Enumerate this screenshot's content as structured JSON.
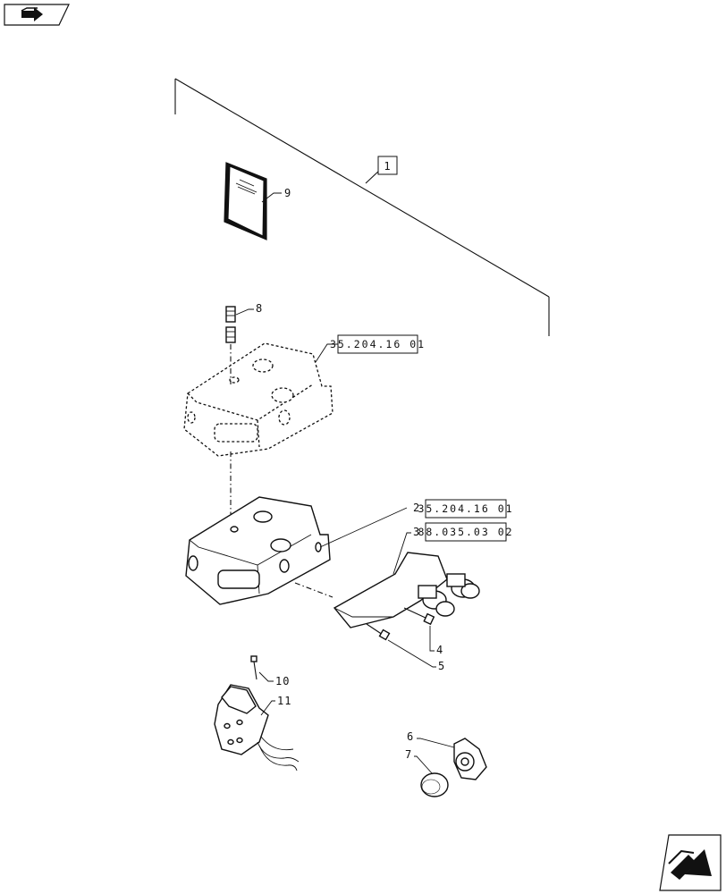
{
  "navigation": {
    "prev_icon": "arrow-back-icon",
    "next_icon": "arrow-forward-icon"
  },
  "diagram": {
    "callouts": {
      "c1": "1",
      "c2": "2",
      "c3": "3",
      "c4": "4",
      "c5": "5",
      "c6": "6",
      "c7": "7",
      "c8": "8",
      "c9": "9",
      "c10": "10",
      "c11": "11"
    },
    "references": {
      "ref_block_ghost": "35.204.16 01",
      "ref_part2": "35.204.16 01",
      "ref_part3": "88.035.03 02"
    }
  }
}
